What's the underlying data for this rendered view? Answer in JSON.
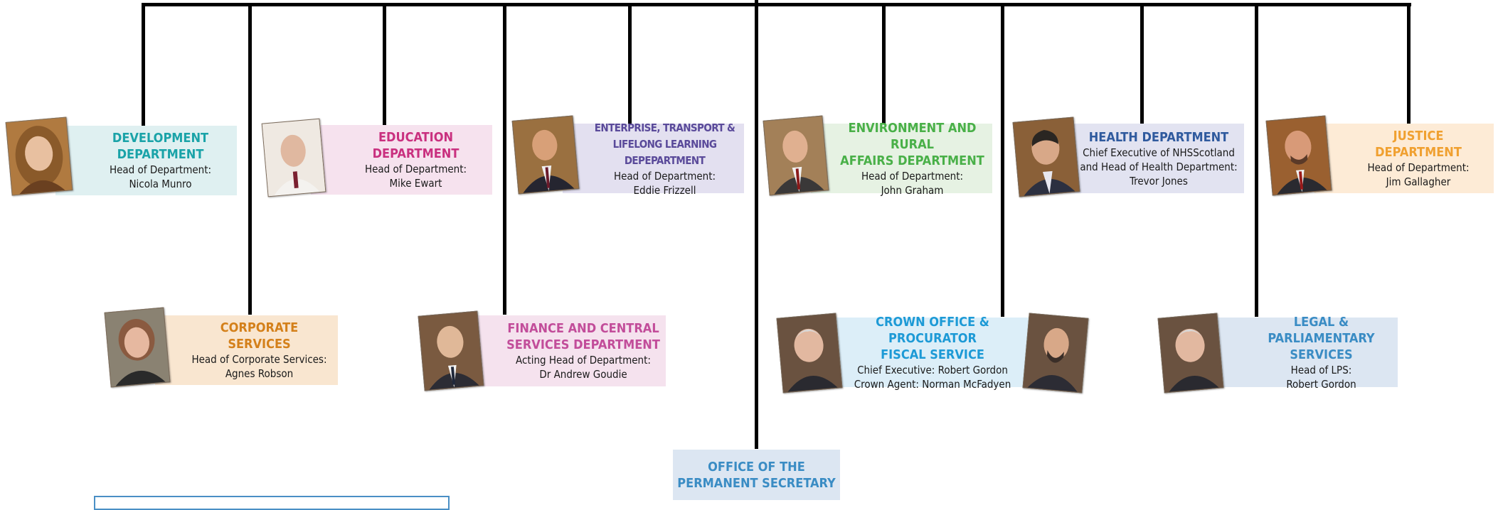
{
  "departments": {
    "development": {
      "title_1": "DEVELOPMENT",
      "title_2": "DEPARTMENT",
      "role": "Head of Department:",
      "name": "Nicola Munro",
      "color": "#1aa3a8",
      "bg": "#dff0f1",
      "photo_icon": "portrait-photo"
    },
    "education": {
      "title_1": "EDUCATION",
      "title_2": "DEPARTMENT",
      "role": "Head of Department:",
      "name": "Mike Ewart",
      "color": "#c9307f",
      "bg": "#f6e2ee",
      "photo_icon": "portrait-photo"
    },
    "enterprise": {
      "title_1": "ENTERPRISE, TRANSPORT &",
      "title_2": "LIFELONG LEARNING DEPEPARTMENT",
      "role": "Head of Department:",
      "name": "Eddie Frizzell",
      "color": "#5a4a9a",
      "bg": "#e3e0f0",
      "photo_icon": "portrait-photo"
    },
    "environment": {
      "title_1": "ENVIRONMENT AND RURAL",
      "title_2": "AFFAIRS DEPARTMENT",
      "role": "Head of Department:",
      "name": "John Graham",
      "color": "#49b048",
      "bg": "#e6f2e3",
      "photo_icon": "portrait-photo"
    },
    "health": {
      "title_1": "HEALTH DEPARTMENT",
      "role_1": "Chief Executive of NHSScotland",
      "role_2": "and Head of Health Department:",
      "name": "Trevor Jones",
      "color": "#2f5a9e",
      "bg": "#e2e3f1",
      "photo_icon": "portrait-photo"
    },
    "justice": {
      "title_1": "JUSTICE",
      "title_2": "DEPARTMENT",
      "role": "Head of Department:",
      "name": "Jim Gallagher",
      "color": "#f0a030",
      "bg": "#fdebd6",
      "photo_icon": "portrait-photo"
    },
    "corporate": {
      "title_1": "CORPORATE",
      "title_2": "SERVICES",
      "role": "Head of Corporate Services:",
      "name": "Agnes Robson",
      "color": "#d4801a",
      "bg": "#f9e6d0",
      "photo_icon": "portrait-photo"
    },
    "finance": {
      "title_1": "FINANCE AND CENTRAL",
      "title_2": "SERVICES DEPARTMENT",
      "role": "Acting Head of Department:",
      "name": "Dr Andrew Goudie",
      "color": "#c24d9a",
      "bg": "#f5e2ee",
      "photo_icon": "portrait-photo"
    },
    "crown": {
      "title_1": "CROWN OFFICE & PROCURATOR",
      "title_2": "FISCAL SERVICE",
      "line_1": "Chief Executive: Robert Gordon",
      "line_2": "Crown Agent: Norman McFadyen",
      "color": "#1d9ad6",
      "bg": "#dceef8",
      "photo_icon": "portrait-photo"
    },
    "legal": {
      "title_1": "LEGAL & PARLIAMENTARY",
      "title_2": "SERVICES",
      "role": "Head of LPS:",
      "name": "Robert Gordon",
      "color": "#3a8cc4",
      "bg": "#dce6f2",
      "photo_icon": "portrait-photo"
    },
    "office": {
      "title_1": "OFFICE OF THE",
      "title_2": "PERMANENT SECRETARY",
      "color": "#3a8cc4",
      "bg": "#dce6f2"
    }
  },
  "connector_color": "#000000",
  "outline_color": "#4a8fc5"
}
